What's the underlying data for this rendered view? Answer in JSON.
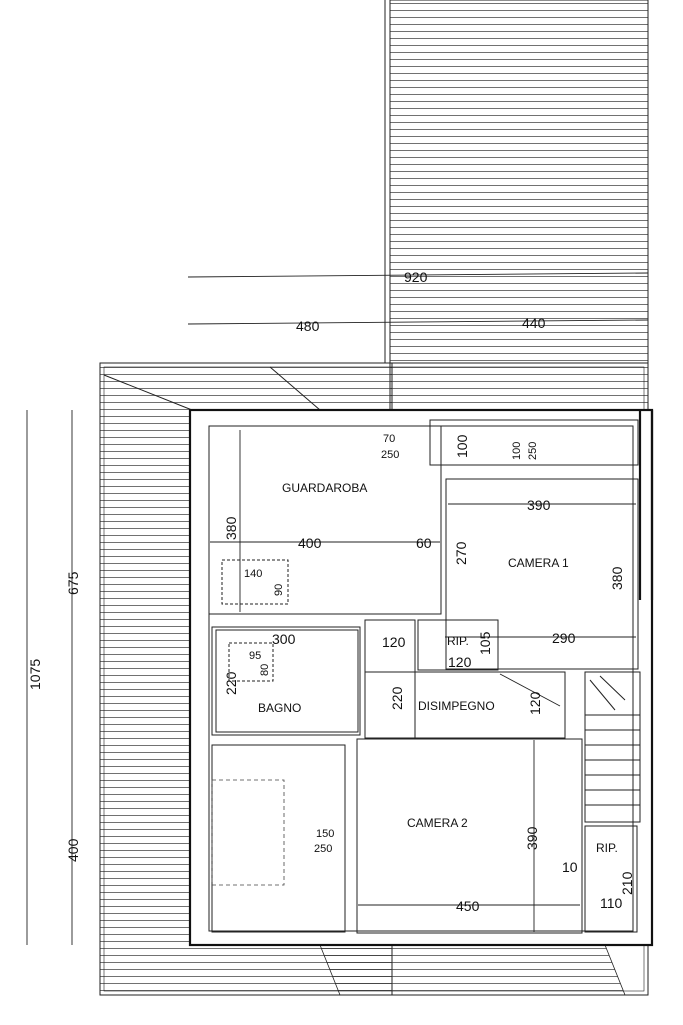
{
  "rooms": {
    "guardaroba": "GUARDAROBA",
    "camera1": "CAMERA 1",
    "bagno": "BAGNO",
    "disimpegno": "DISIMPEGNO",
    "rip1": "RIP.",
    "camera2": "CAMERA 2",
    "rip2": "RIP."
  },
  "dimensions": {
    "top_total": "920",
    "top_left": "480",
    "top_right": "440",
    "left_total": "1075",
    "left_upper": "675",
    "left_lower": "400",
    "door_top_w": "70",
    "door_top_h": "250",
    "corr_top": "100",
    "win_top_w": "100",
    "win_top_h": "250",
    "guard_h": "380",
    "guard_w": "400",
    "guard_wall": "60",
    "guard_item_w": "140",
    "guard_item_h": "90",
    "cam1_w": "390",
    "cam1_left": "270",
    "cam1_h": "380",
    "bagno_w": "300",
    "bagno_item_w": "95",
    "bagno_item_h": "80",
    "bagno_h": "220",
    "corr_w": "120",
    "corr_h": "220",
    "rip_h": "105",
    "rip_w": "120",
    "cam1_bottom": "290",
    "disimp_h": "120",
    "cam2_door_w": "150",
    "cam2_door_h": "250",
    "cam2_h": "390",
    "cam2_w": "450",
    "wall_10": "10",
    "rip2_h": "210",
    "rip2_w": "110"
  }
}
